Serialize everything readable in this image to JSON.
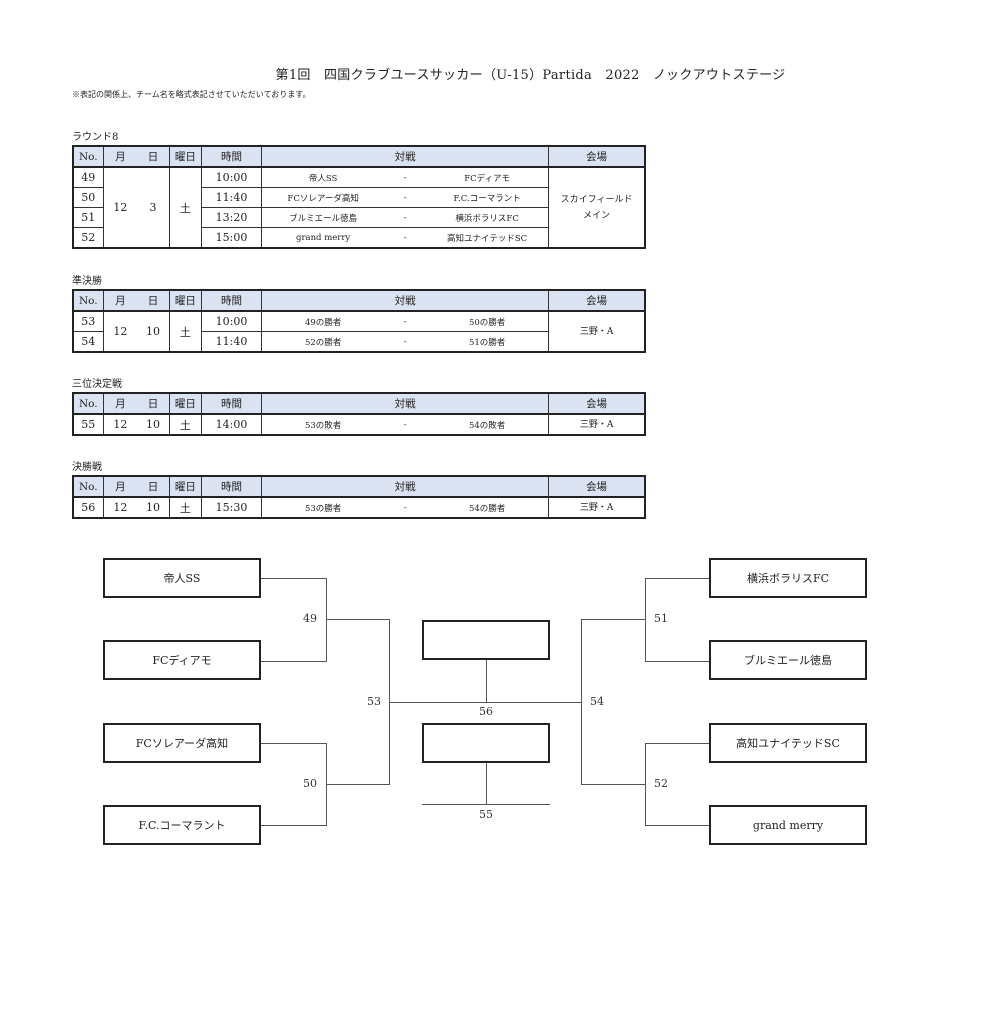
{
  "title": "第1回　四国クラブユースサッカー（U-15）Partida　2022　ノックアウトステージ",
  "note": "※表記の関係上、チーム名を略式表記させていただいております。",
  "headers": {
    "no": "No.",
    "month": "月",
    "day": "日",
    "weekday": "曜日",
    "time": "時間",
    "match": "対戦",
    "venue": "会場"
  },
  "round8": {
    "label": "ラウンド8",
    "month": "12",
    "day": "3",
    "weekday": "土",
    "venue_line1": "スカイフィールド",
    "venue_line2": "メイン",
    "rows": [
      {
        "no": "49",
        "time": "10:00",
        "home": "帝人SS",
        "dash": "-",
        "away": "FCディアモ"
      },
      {
        "no": "50",
        "time": "11:40",
        "home": "FCソレアーダ高知",
        "dash": "-",
        "away": "F.C.コーマラント"
      },
      {
        "no": "51",
        "time": "13:20",
        "home": "ブルミエール徳島",
        "dash": "-",
        "away": "横浜ボラリスFC"
      },
      {
        "no": "52",
        "time": "15:00",
        "home": "grand merry",
        "dash": "-",
        "away": "高知ユナイテッドSC"
      }
    ]
  },
  "semifinal": {
    "label": "準決勝",
    "month": "12",
    "day": "10",
    "weekday": "土",
    "venue": "三野・A",
    "rows": [
      {
        "no": "53",
        "time": "10:00",
        "home": "49の勝者",
        "dash": "-",
        "away": "50の勝者"
      },
      {
        "no": "54",
        "time": "11:40",
        "home": "52の勝者",
        "dash": "-",
        "away": "51の勝者"
      }
    ]
  },
  "third_place": {
    "label": "三位決定戦",
    "row": {
      "no": "55",
      "month": "12",
      "day": "10",
      "weekday": "土",
      "time": "14:00",
      "home": "53の敗者",
      "dash": "-",
      "away": "54の敗者",
      "venue": "三野・A"
    }
  },
  "final": {
    "label": "決勝戦",
    "row": {
      "no": "56",
      "month": "12",
      "day": "10",
      "weekday": "土",
      "time": "15:30",
      "home": "53の勝者",
      "dash": "-",
      "away": "54の勝者",
      "venue": "三野・A"
    }
  },
  "bracket": {
    "left_teams": [
      "帝人SS",
      "FCディアモ",
      "FCソレアーダ高知",
      "F.C.コーマラント"
    ],
    "right_teams": [
      "横浜ボラリスFC",
      "ブルミエール徳島",
      "高知ユナイテッドSC",
      "grand merry"
    ],
    "match_numbers": {
      "m49": "49",
      "m50": "50",
      "m51": "51",
      "m52": "52",
      "m53": "53",
      "m54": "54",
      "m55": "55",
      "m56": "56"
    }
  },
  "colors": {
    "header_bg": "#dbe2f1",
    "border": "#222222"
  }
}
